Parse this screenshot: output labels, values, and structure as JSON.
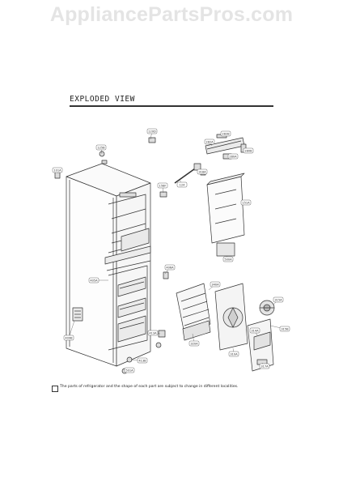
{
  "watermark": "AppliancePartsPros.com",
  "header": {
    "title": "EXPLODED VIEW"
  },
  "footer": {
    "note": "The parts of refrigerator and the shape of each part are subject to change in different localities."
  },
  "callouts": [
    {
      "id": "c1",
      "label": "120D"
    },
    {
      "id": "c2",
      "label": "125B"
    },
    {
      "id": "c3",
      "label": "101A"
    },
    {
      "id": "c4",
      "label": "282B"
    },
    {
      "id": "c5",
      "label": "282A"
    },
    {
      "id": "c6",
      "label": "280A"
    },
    {
      "id": "c7",
      "label": "280B"
    },
    {
      "id": "c8",
      "label": "318A"
    },
    {
      "id": "c9",
      "label": "158F"
    },
    {
      "id": "c10",
      "label": "124"
    },
    {
      "id": "c11",
      "label": "151A"
    },
    {
      "id": "c12",
      "label": "500A"
    },
    {
      "id": "c13",
      "label": "406A"
    },
    {
      "id": "c14",
      "label": "340A"
    },
    {
      "id": "c15",
      "label": "320A"
    },
    {
      "id": "c16",
      "label": "310A"
    },
    {
      "id": "c17",
      "label": "315A"
    },
    {
      "id": "c18",
      "label": "315B"
    },
    {
      "id": "c19",
      "label": "314A"
    },
    {
      "id": "c20",
      "label": "317A"
    },
    {
      "id": "c21",
      "label": "405A"
    },
    {
      "id": "c22",
      "label": "409B"
    },
    {
      "id": "c23",
      "label": "413A"
    },
    {
      "id": "c24",
      "label": "413B"
    },
    {
      "id": "c25",
      "label": "501A"
    }
  ]
}
